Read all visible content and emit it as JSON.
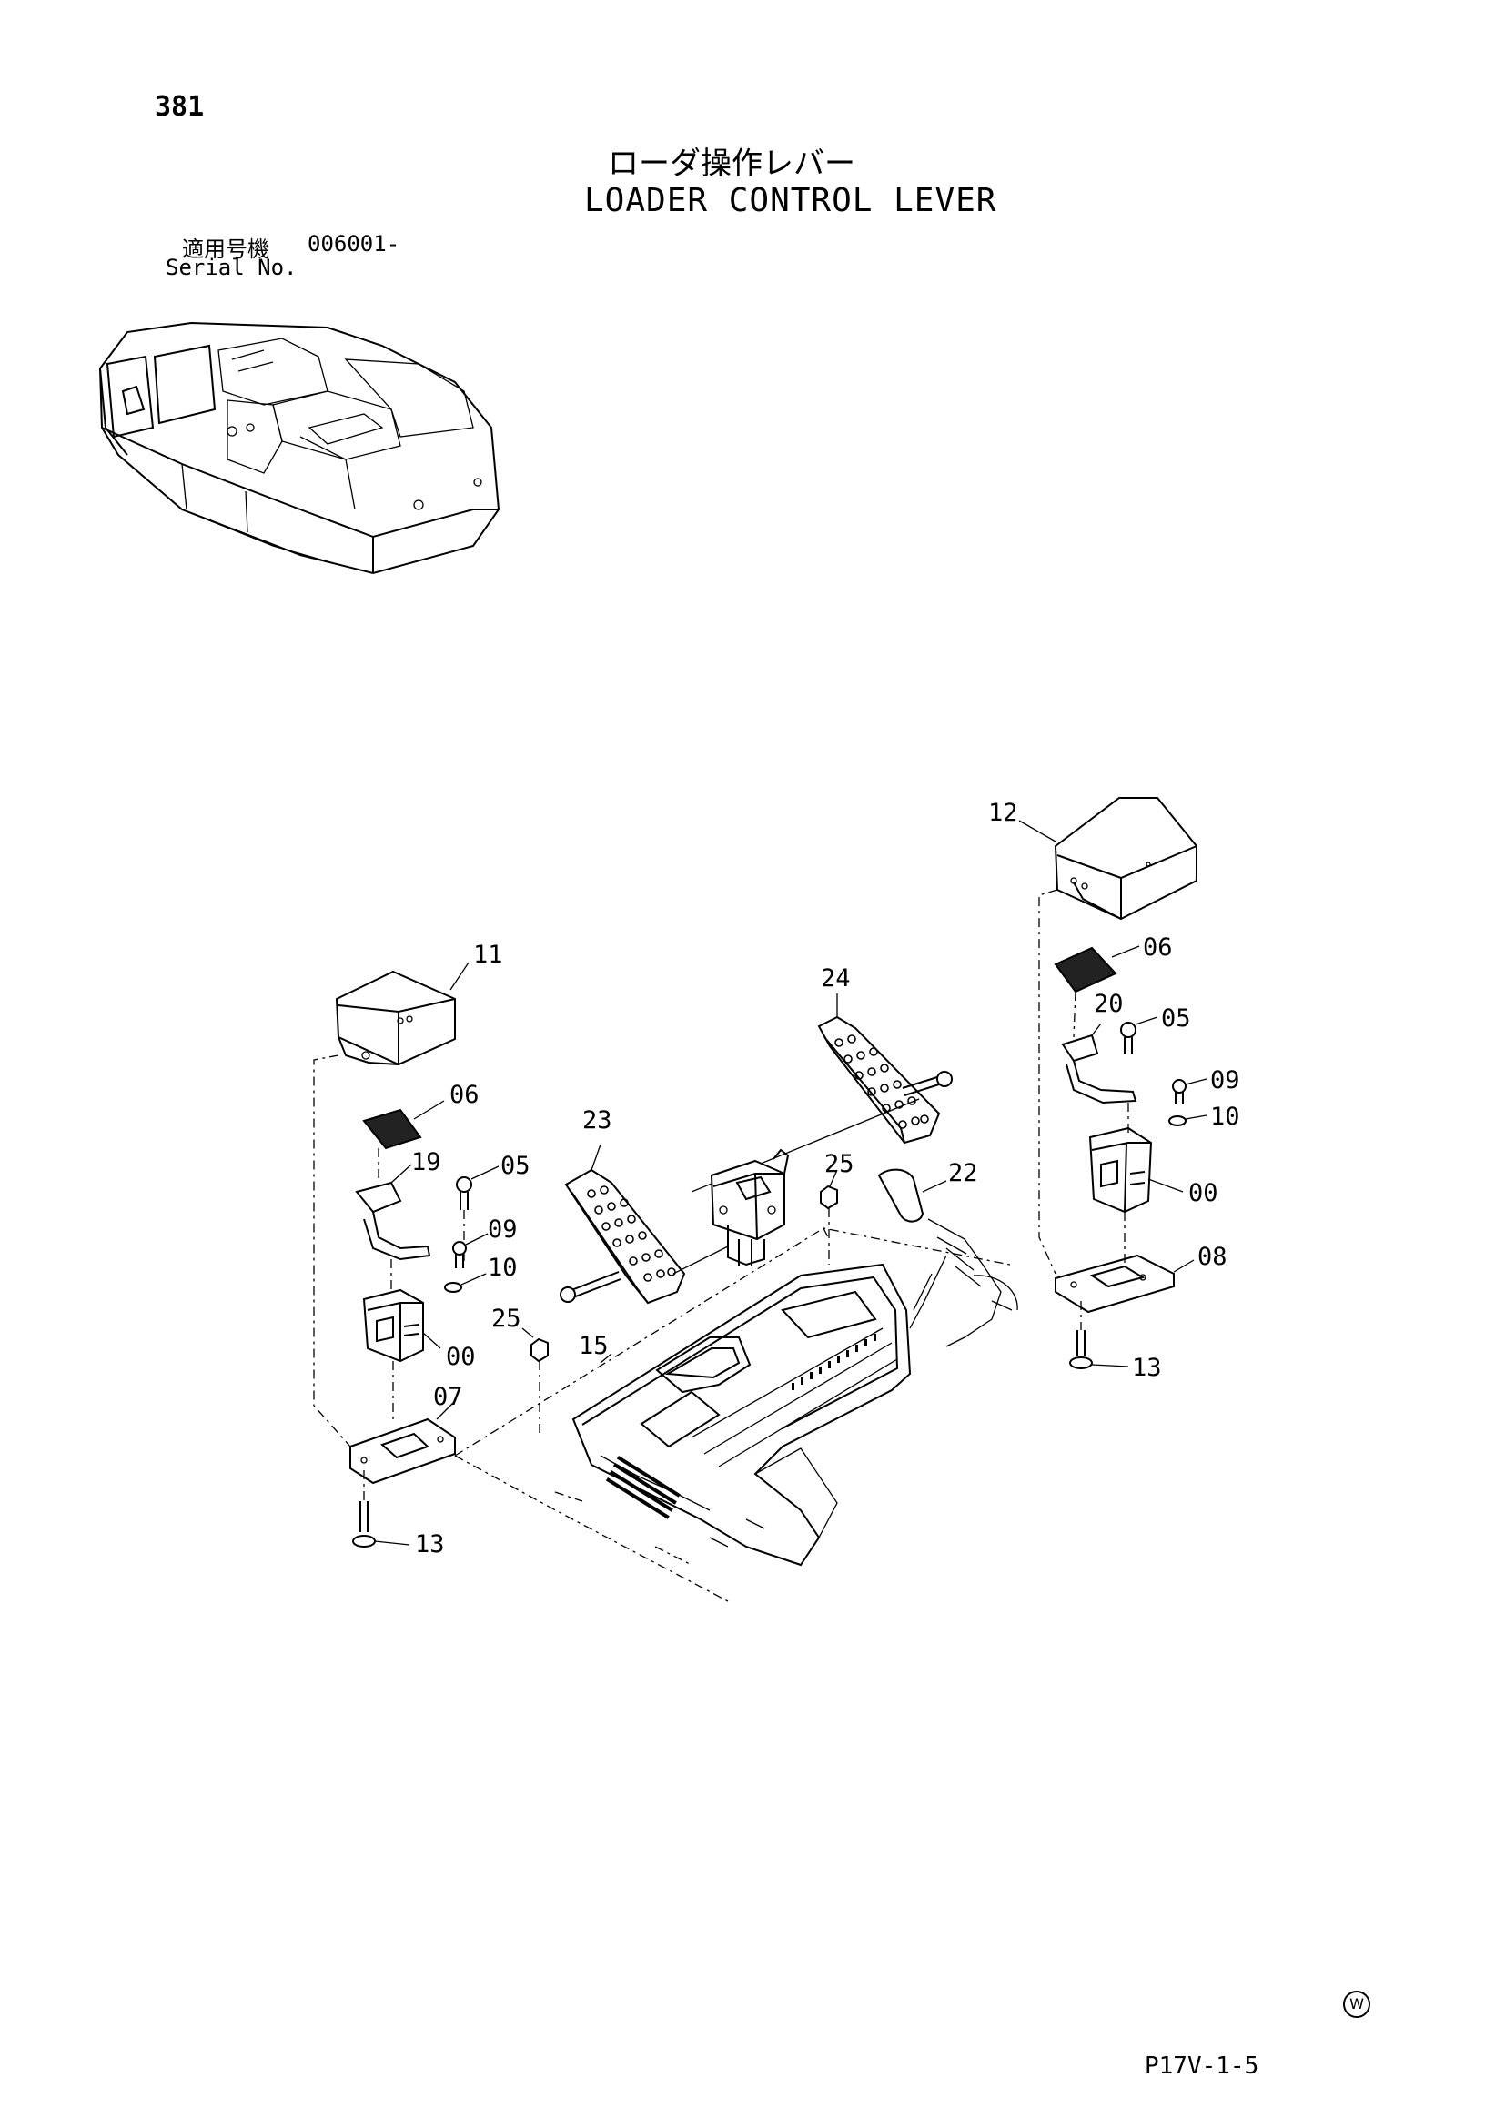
{
  "page_number": "381",
  "title_jp": "ローダ操作レバー",
  "title_en": "LOADER CONTROL LEVER",
  "serial": {
    "label_jp": "適用号機",
    "value": "006001-",
    "label_en": "Serial No."
  },
  "callouts": [
    "11",
    "06",
    "19",
    "05",
    "09",
    "10",
    "00",
    "07",
    "13",
    "25",
    "15",
    "23",
    "24",
    "25",
    "22",
    "12",
    "06",
    "20",
    "05",
    "09",
    "10",
    "00",
    "08",
    "13"
  ],
  "watermark_symbol": "W",
  "page_code": "P17V-1-5"
}
